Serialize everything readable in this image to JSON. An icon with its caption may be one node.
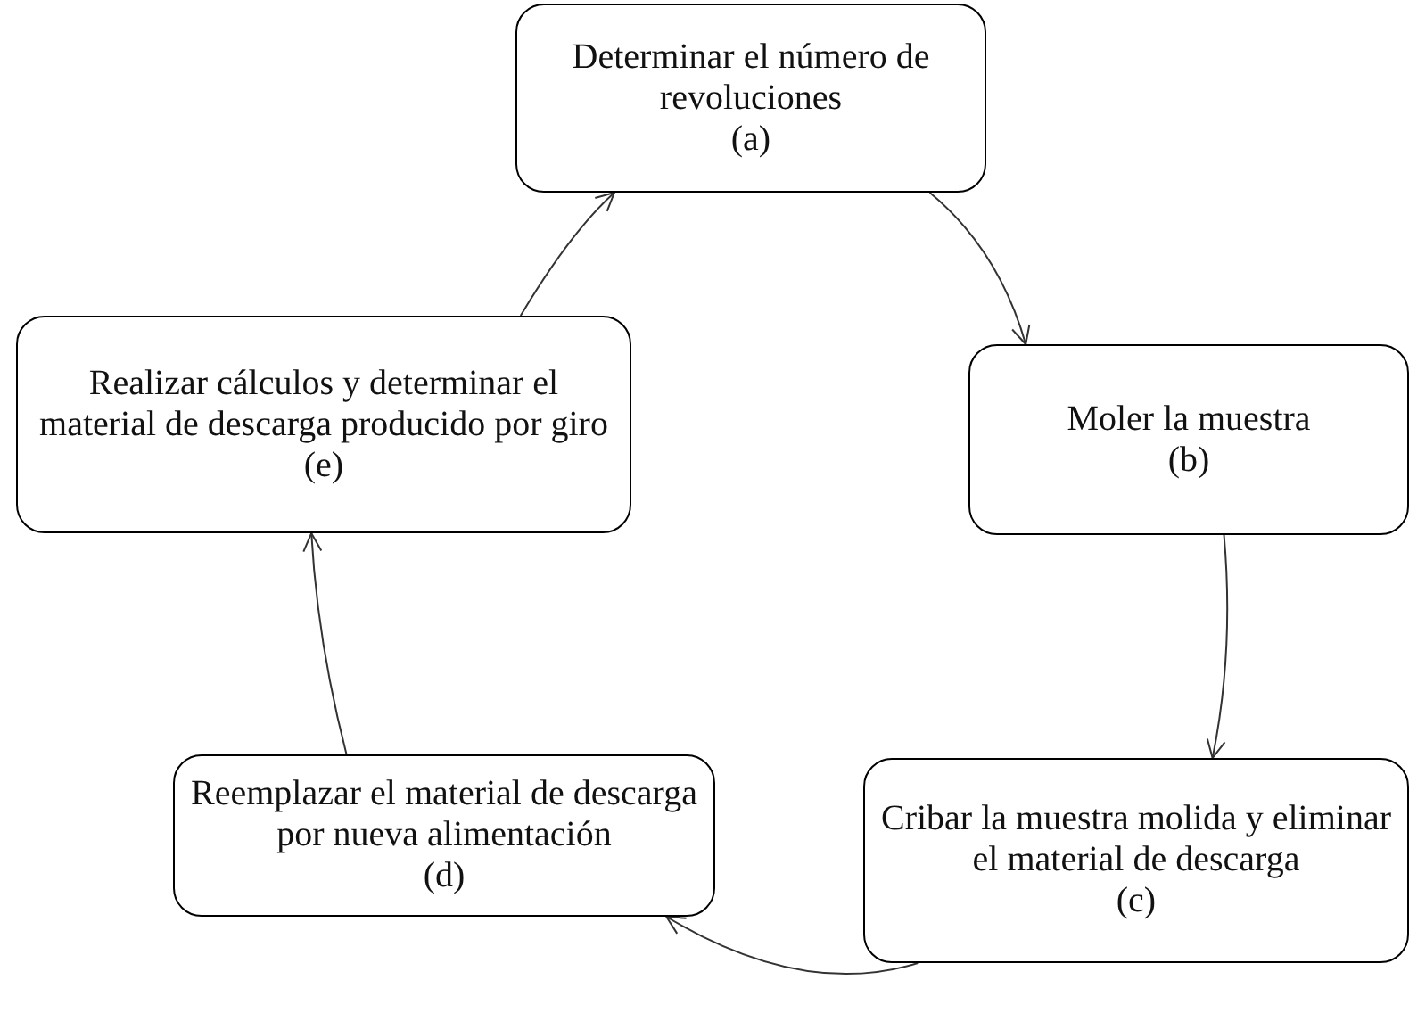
{
  "diagram": {
    "nodes": [
      {
        "text": [
          "Determinar el número de revoluciones",
          "(a)"
        ]
      },
      {
        "text": [
          "Moler la muestra",
          "(b)"
        ]
      },
      {
        "text": [
          "Cribar la muestra molida y eliminar el material de descarga",
          "(c)"
        ]
      },
      {
        "text": [
          "Reemplazar el material de descarga por nueva alimentación",
          "(d)"
        ]
      },
      {
        "text": [
          "Realizar cálculos y determinar el material de descarga producido por giro",
          "(e)"
        ]
      }
    ],
    "edges": [
      {
        "from": 0,
        "to": 1,
        "arrow": "to"
      },
      {
        "from": 1,
        "to": 2,
        "arrow": "to"
      },
      {
        "from": 2,
        "to": 3,
        "arrow": "to"
      },
      {
        "from": 3,
        "to": 4,
        "arrow": "to"
      },
      {
        "from": 4,
        "to": 0,
        "arrow": "to"
      }
    ]
  }
}
